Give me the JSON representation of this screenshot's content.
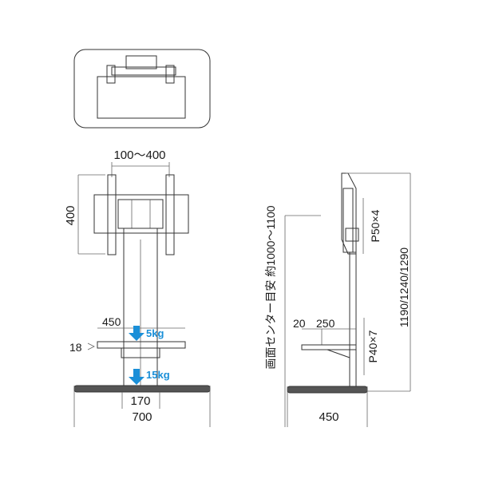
{
  "front_view": {
    "width_range": "100〜400",
    "height": "400",
    "shelf_width": "450",
    "shelf_load": "5kg",
    "shelf_thickness": "18",
    "base_load": "15kg",
    "pole_width": "170",
    "base_width": "700"
  },
  "side_view": {
    "center_height": "画面センター目安 約1000〜1100",
    "vesa_pitch": "P50×4",
    "total_height": "1190/1240/1290",
    "gap": "20",
    "shelf_depth": "250",
    "shelf_pitch": "P40×7",
    "base_depth": "450"
  },
  "colors": {
    "line": "#333333",
    "accent_blue": "#1a8fd8",
    "base_fill": "#555555"
  }
}
